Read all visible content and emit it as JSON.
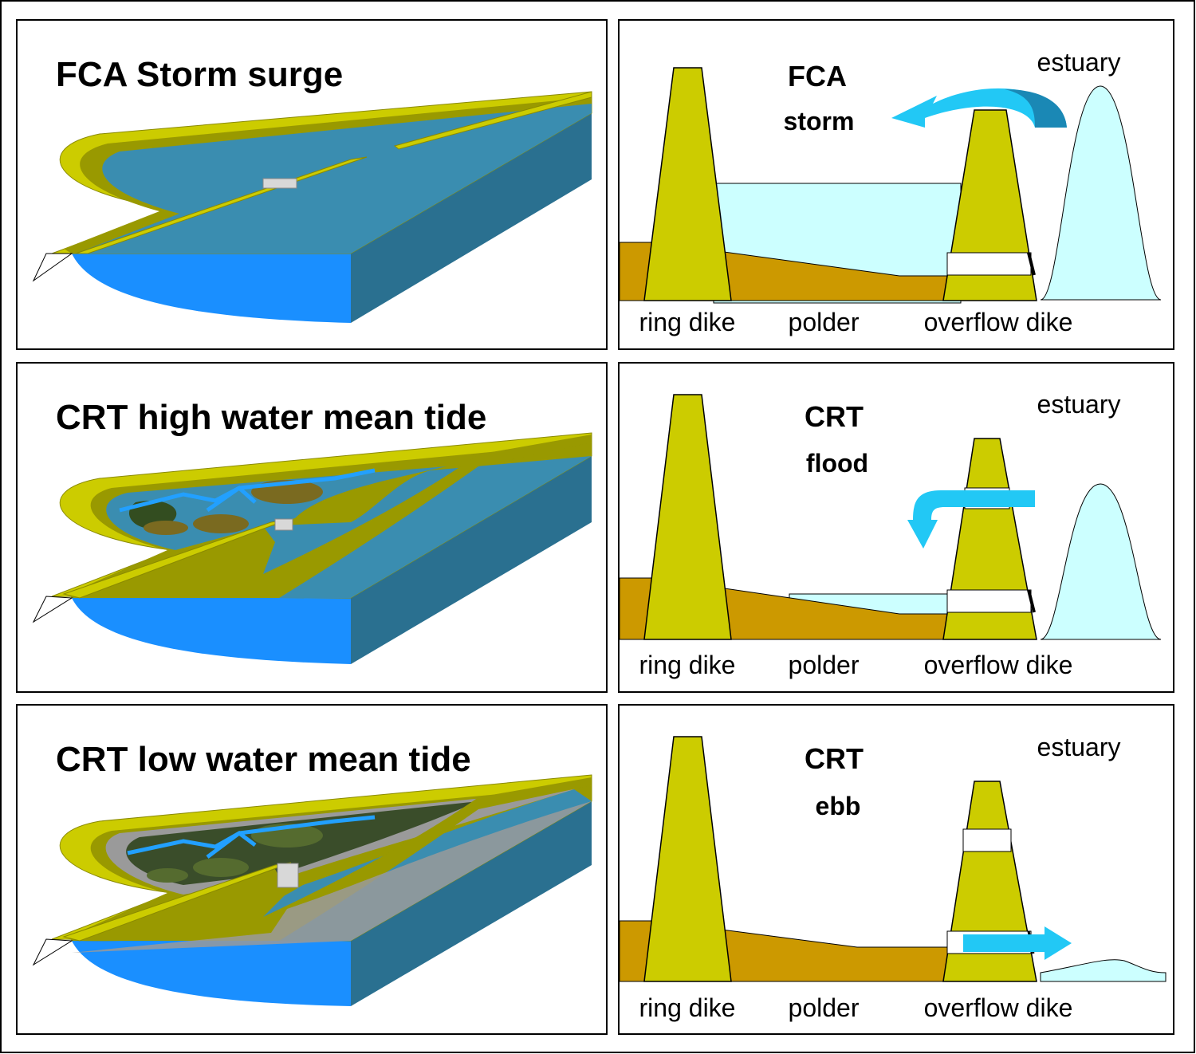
{
  "colors": {
    "dike": "#cccc00",
    "dike_dark": "#999900",
    "soil": "#cc9900",
    "water_light": "#ccffff",
    "surface_blue": "#3a8db0",
    "side_blue": "#2a7090",
    "front_blue": "#1a8fff",
    "arrow_blue": "#22c8f5",
    "mud_green": "#3a4d2a",
    "grey": "#9a9a9a"
  },
  "panels": [
    {
      "id": "fca-storm",
      "perspective_title": "FCA Storm surge",
      "cross_section_title": [
        "FCA",
        "storm"
      ],
      "water_side_label": "estuary",
      "labels": [
        "ring dike",
        "polder",
        "overflow dike"
      ]
    },
    {
      "id": "crt-flood",
      "perspective_title": "CRT high water mean tide",
      "cross_section_title": [
        "CRT",
        "flood"
      ],
      "water_side_label": "estuary",
      "labels": [
        "ring dike",
        "polder",
        "overflow dike"
      ]
    },
    {
      "id": "crt-ebb",
      "perspective_title": "CRT low water mean tide",
      "cross_section_title": [
        "CRT",
        "ebb"
      ],
      "water_side_label": "estuary",
      "labels": [
        "ring dike",
        "polder",
        "overflow dike"
      ]
    }
  ]
}
